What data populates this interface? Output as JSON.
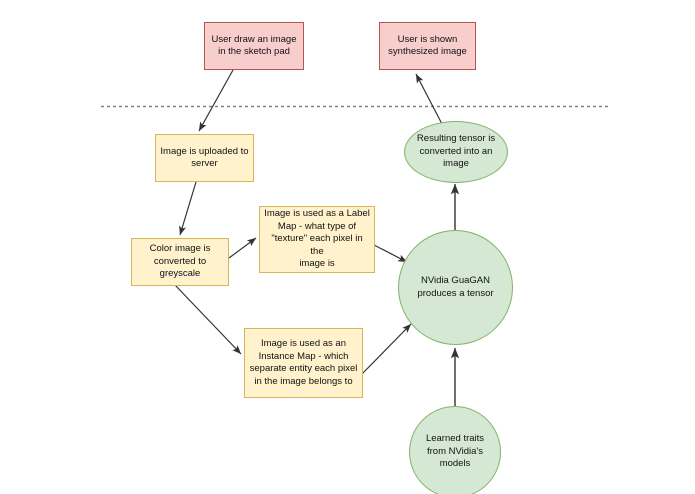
{
  "diagram": {
    "title": "GauGAN sketch-to-image pipeline flowchart",
    "colors": {
      "pink_fill": "#f8cecc",
      "pink_stroke": "#b85450",
      "yellow_fill": "#fff2cc",
      "yellow_stroke": "#d6b656",
      "green_fill": "#d5e8d4",
      "green_stroke": "#82b366",
      "edge_stroke": "#333333",
      "divider_stroke": "#808080",
      "background": "#ffffff"
    },
    "divider": {
      "name": "client-server-divider",
      "style": "dotted",
      "orientation": "horizontal"
    },
    "nodes": [
      {
        "id": "user-draw",
        "shape": "rectangle",
        "color": "pink",
        "label": "User draw an image\nin the sketch pad"
      },
      {
        "id": "user-shown",
        "shape": "rectangle",
        "color": "pink",
        "label": "User is shown\nsynthesized image"
      },
      {
        "id": "image-uploaded",
        "shape": "rectangle",
        "color": "yellow",
        "label": "Image is uploaded to\nserver"
      },
      {
        "id": "color-to-greyscale",
        "shape": "rectangle",
        "color": "yellow",
        "label": "Color image is\nconverted to\ngreyscale"
      },
      {
        "id": "label-map",
        "shape": "rectangle",
        "color": "yellow",
        "label": "Image is used as a Label\nMap - what type of\n\"texture\" each pixel in the\nimage is"
      },
      {
        "id": "instance-map",
        "shape": "rectangle",
        "color": "yellow",
        "label": "Image is used as an\nInstance Map - which\nseparate entity each pixel\nin the image belongs to"
      },
      {
        "id": "gaugan",
        "shape": "circle",
        "color": "green",
        "label": "NVidia GuaGAN\nproduces a tensor"
      },
      {
        "id": "tensor-to-image",
        "shape": "ellipse",
        "color": "green",
        "label": "Resulting tensor is\nconverted into an\nimage"
      },
      {
        "id": "learned-traits",
        "shape": "circle",
        "color": "green",
        "label": "Learned traits\nfrom NVidia's\nmodels"
      }
    ],
    "edges": [
      {
        "id": "edge-user-draw-to-upload",
        "from": "user-draw",
        "to": "image-uploaded"
      },
      {
        "id": "edge-upload-to-greyscale",
        "from": "image-uploaded",
        "to": "color-to-greyscale"
      },
      {
        "id": "edge-greyscale-to-label-map",
        "from": "color-to-greyscale",
        "to": "label-map"
      },
      {
        "id": "edge-greyscale-to-instance-map",
        "from": "color-to-greyscale",
        "to": "instance-map"
      },
      {
        "id": "edge-label-map-to-gaugan",
        "from": "label-map",
        "to": "gaugan"
      },
      {
        "id": "edge-instance-map-to-gaugan",
        "from": "instance-map",
        "to": "gaugan"
      },
      {
        "id": "edge-learned-traits-to-gaugan",
        "from": "learned-traits",
        "to": "gaugan"
      },
      {
        "id": "edge-gaugan-to-tensor-image",
        "from": "gaugan",
        "to": "tensor-to-image"
      },
      {
        "id": "edge-tensor-image-to-user-shown",
        "from": "tensor-to-image",
        "to": "user-shown"
      }
    ]
  }
}
